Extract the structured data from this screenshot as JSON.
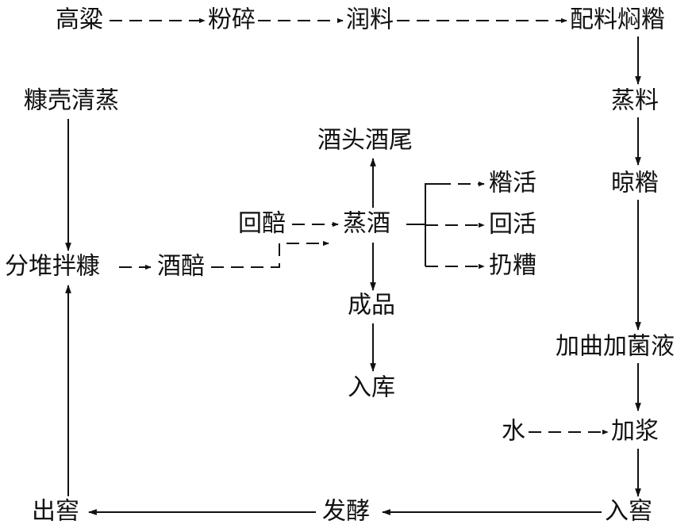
{
  "diagram": {
    "nodes": {
      "gaoliang": "高粱",
      "fensui": "粉碎",
      "runliao": "润料",
      "peiliao": "配料焖糌",
      "zhengliao": "蒸料",
      "liangzan": "晾糌",
      "jiaqu": "加曲加菌液",
      "shui": "水",
      "jiajiang": "加浆",
      "rujiao": "入窖",
      "fajiao": "发酵",
      "chujiao": "出窖",
      "kangke": "糠壳清蒸",
      "fendui": "分堆拌糠",
      "jiupei": "酒醅",
      "huipei": "回醅",
      "zhengjiu": "蒸酒",
      "jiutou": "酒头酒尾",
      "zanhuo": "糌活",
      "huihuo": "回活",
      "rengzao": "扔糟",
      "chengpin": "成品",
      "ruku": "入库"
    },
    "colors": {
      "ink": "#111111",
      "background": "#ffffff"
    }
  }
}
